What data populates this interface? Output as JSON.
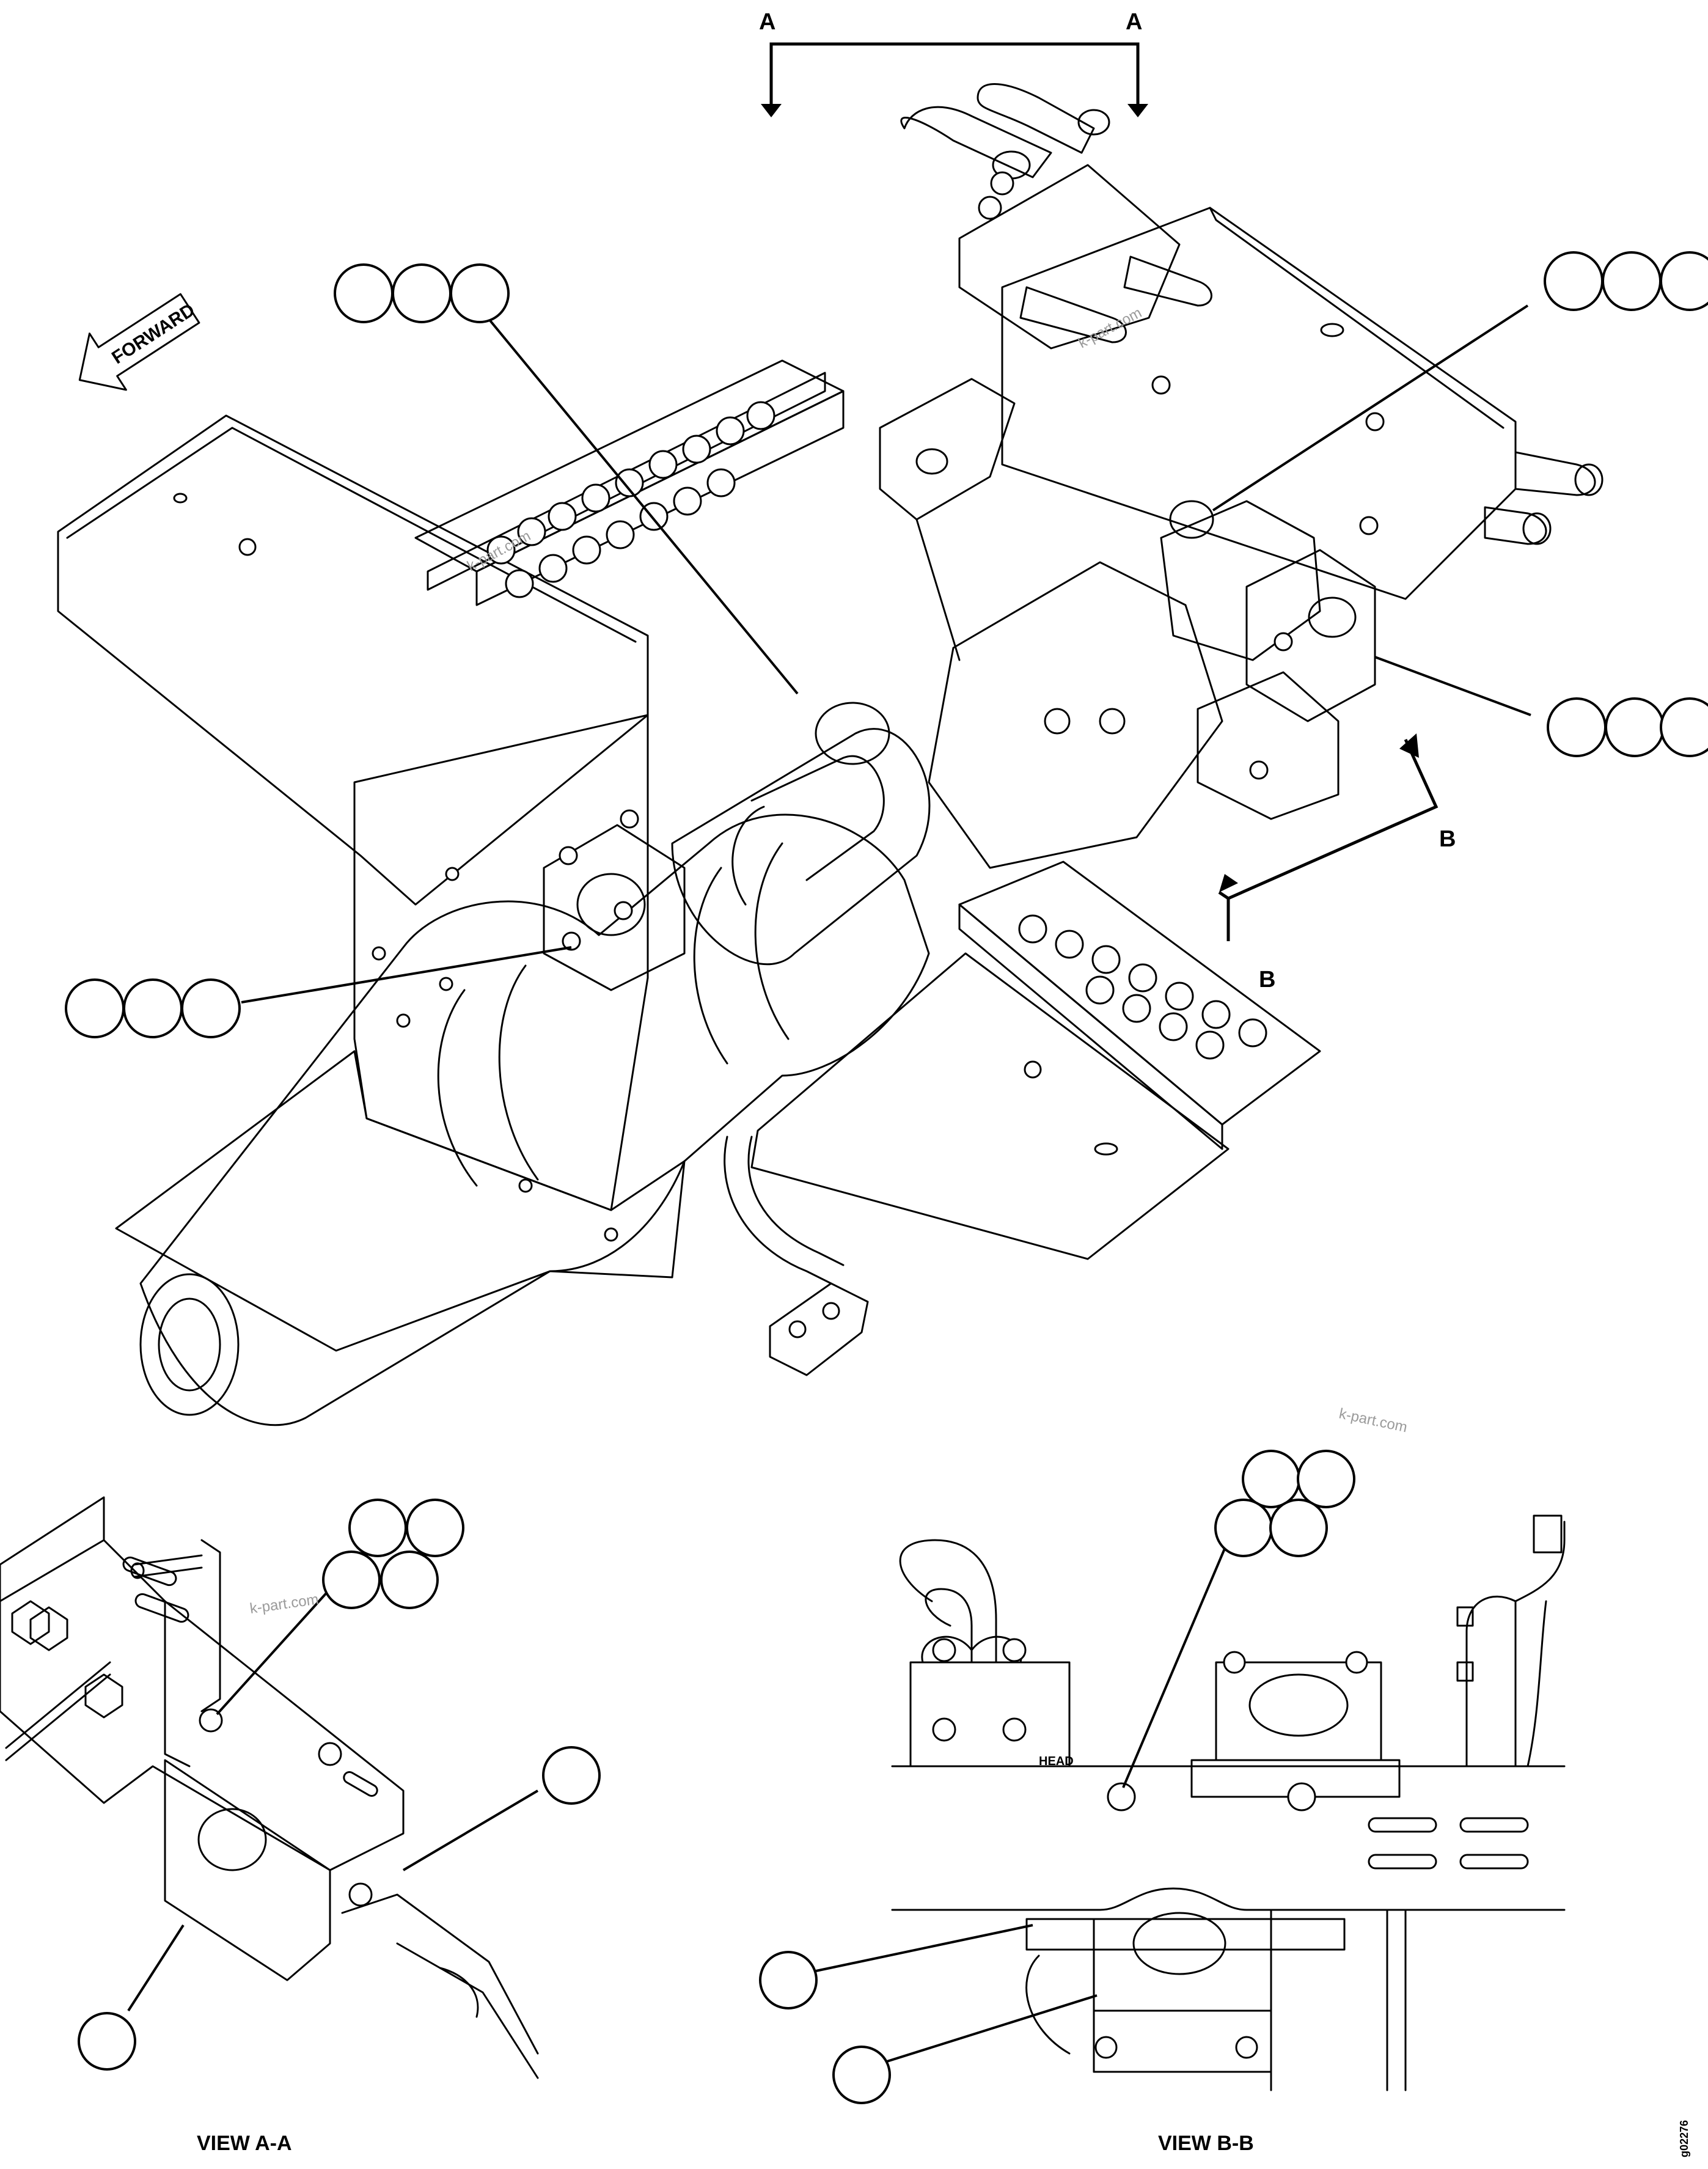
{
  "section_marks": {
    "a_left": "A",
    "a_right": "A",
    "b_upper": "B",
    "b_lower": "B"
  },
  "forward_arrow_text": "FORWARD",
  "views": {
    "view_a": "VIEW A-A",
    "view_b": "VIEW B-B"
  },
  "small_labels": {
    "head": "HEAD",
    "part_code": "g02276"
  },
  "watermarks": [
    "k-part.com",
    "k-part.com",
    "k-part.com",
    "k-part.com"
  ]
}
